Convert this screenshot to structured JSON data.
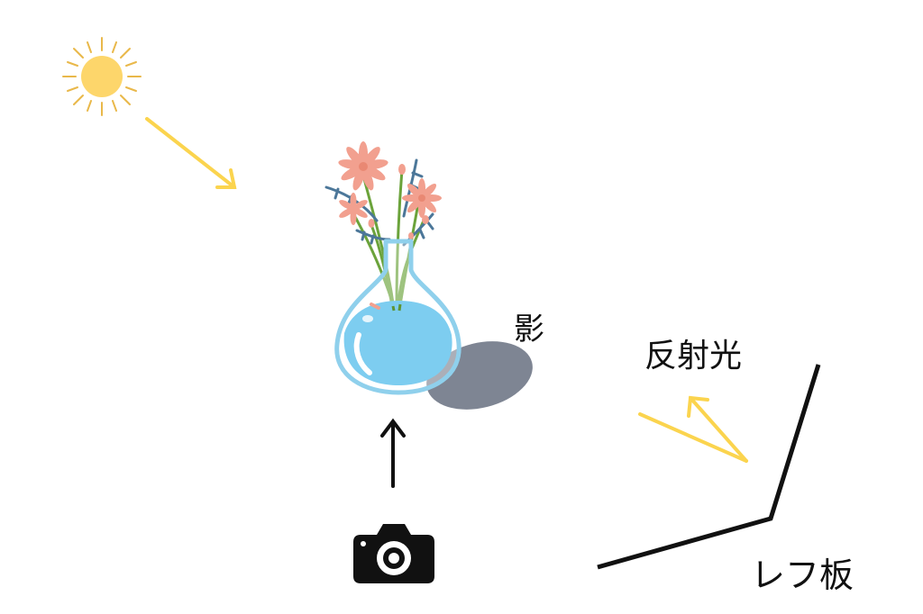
{
  "labels": {
    "shadow": "影",
    "reflected_light": "反射光",
    "reflector_board": "レフ板"
  },
  "icons": [
    "sun-icon",
    "flower-vase-illustration",
    "camera-icon"
  ],
  "colors": {
    "sun": "#FDD66B",
    "sun_rays": "#E9B84A",
    "light_arrow": "#FBD44E",
    "vase_water": "#7DCDF0",
    "vase_glass": "#8FD0EC",
    "shadow": "#7E8593",
    "flower_petal": "#F2A08F",
    "stem": "#6BA33B",
    "leaf_blue": "#4C7799",
    "ink": "#111111"
  }
}
